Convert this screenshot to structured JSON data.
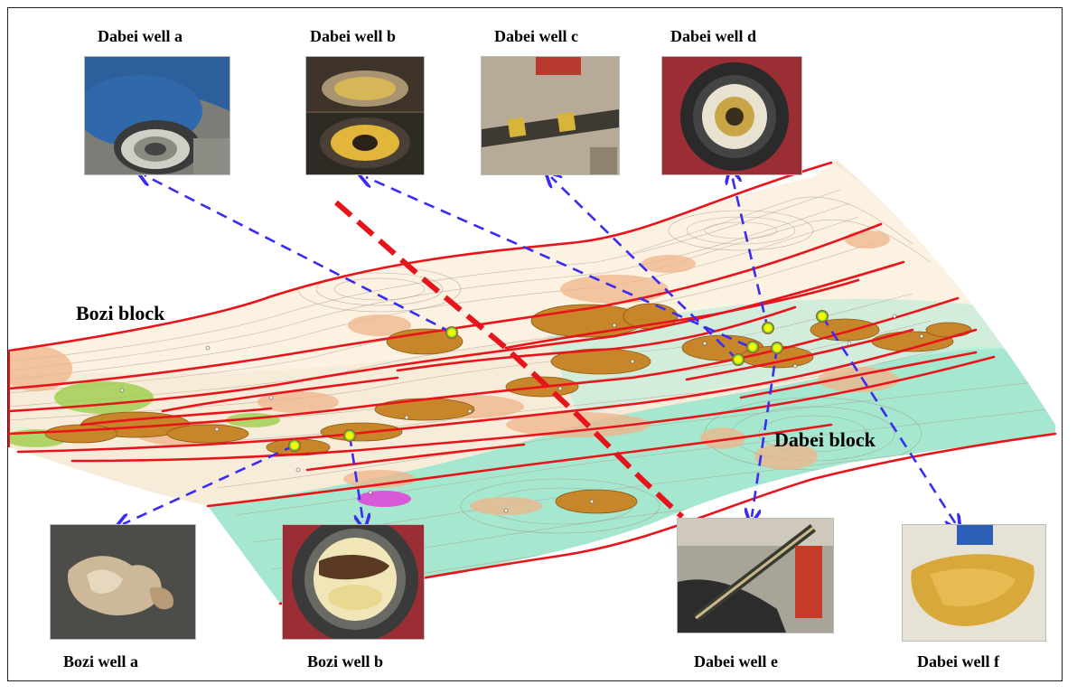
{
  "blocks": {
    "bozi": "Bozi  block",
    "dabei": "Dabei  block"
  },
  "wells": {
    "dabei_a": "Dabei well a",
    "dabei_b": "Dabei well b",
    "dabei_c": "Dabei well c",
    "dabei_d": "Dabei well d",
    "dabei_e": "Dabei well e",
    "dabei_f": "Dabei well f",
    "bozi_a": "Bozi well a",
    "bozi_b": "Bozi well b"
  },
  "colors": {
    "fault": "#e8141b",
    "arrow": "#3a2cf0",
    "well_marker_fill": "#f6f200",
    "well_marker_ring": "#f07a00",
    "reservoir": "#c8862a",
    "contour_low": "#8fe0c4",
    "contour_mid": "#f3d9c3",
    "contour_high": "#f0b48a",
    "anomaly": "#d85ad8",
    "green_patch": "#9ccf4a"
  },
  "icons": {
    "well_marker": "well-marker-icon",
    "fault_line": "fault-line",
    "arrow": "dashed-arrow"
  }
}
